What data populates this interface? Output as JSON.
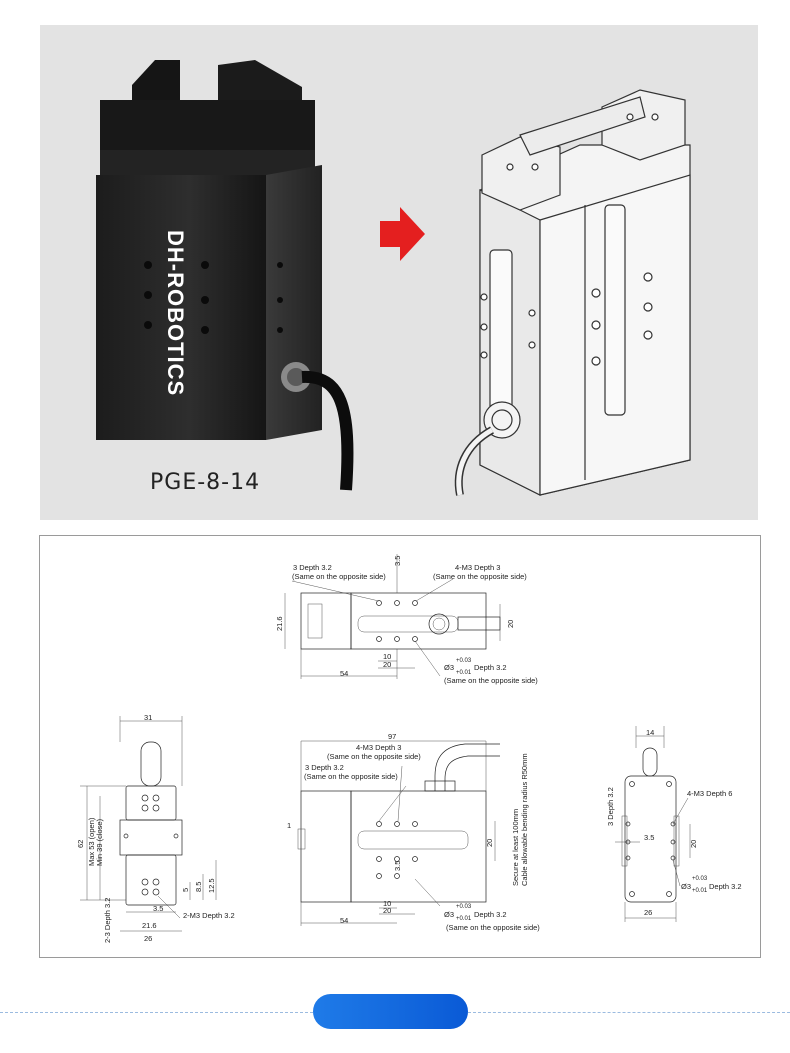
{
  "product": {
    "brand": "DH-ROBOTICS",
    "model": "PGE-8-14"
  },
  "colors": {
    "panel_bg": "#e3e3e3",
    "arrow": "#e41f1f",
    "accent_blue": "#1f7be8"
  },
  "icons": {
    "arrow": "right-arrow-icon"
  },
  "drawing": {
    "top_view": {
      "note_left_1": "3 Depth 3.2",
      "note_left_2": "(Same on the opposite side)",
      "dim_top": "3.5",
      "note_right_1": "4-M3 Depth 3",
      "note_right_2": "(Same on the opposite side)",
      "dim_height": "21.6",
      "dim_right": "20",
      "dim_10": "10",
      "dim_20": "20",
      "dim_54": "54",
      "dia": "Ø3",
      "tol_plus": "+0.03",
      "tol_minus": "+0.01",
      "depth": "Depth 3.2",
      "note_bottom": "(Same on the opposite side)"
    },
    "side_view": {
      "dim_31": "31",
      "dim_62": "62",
      "open": "Max 53 (open)",
      "close": "Min 39 (close)",
      "dim_5": "5",
      "dim_85": "8.5",
      "dim_125": "12.5",
      "depth_note": "2-3 Depth 3.2",
      "dim_35": "3.5",
      "dim_216": "21.6",
      "dim_26": "26",
      "m3_note": "2-M3 Depth 3.2"
    },
    "front_view": {
      "dim_97": "97",
      "note_m3": "4-M3 Depth 3",
      "note_m3_b": "(Same on the opposite side)",
      "note_3d": "3 Depth 3.2",
      "note_3d_b": "(Same on the opposite side)",
      "cable_1": "Secure at least 100mm",
      "cable_2": "Cable allowable bending radius R50mm",
      "dim_1": "1",
      "dim_20": "20",
      "dim_35": "3.5",
      "dim_10": "10",
      "dim_20b": "20",
      "dim_54": "54",
      "dia": "Ø3",
      "tol_plus": "+0.03",
      "tol_minus": "+0.01",
      "depth": "Depth 3.2",
      "note_bottom": "(Same on the opposite side)"
    },
    "end_view": {
      "dim_14": "14",
      "depth_note": "3 Depth 3.2",
      "m3_note": "4-M3 Depth 6",
      "dim_35": "3.5",
      "dim_20": "20",
      "dia": "Ø3",
      "tol_plus": "+0.03",
      "tol_minus": "+0.01",
      "depth": "Depth 3.2",
      "dim_26": "26"
    }
  }
}
